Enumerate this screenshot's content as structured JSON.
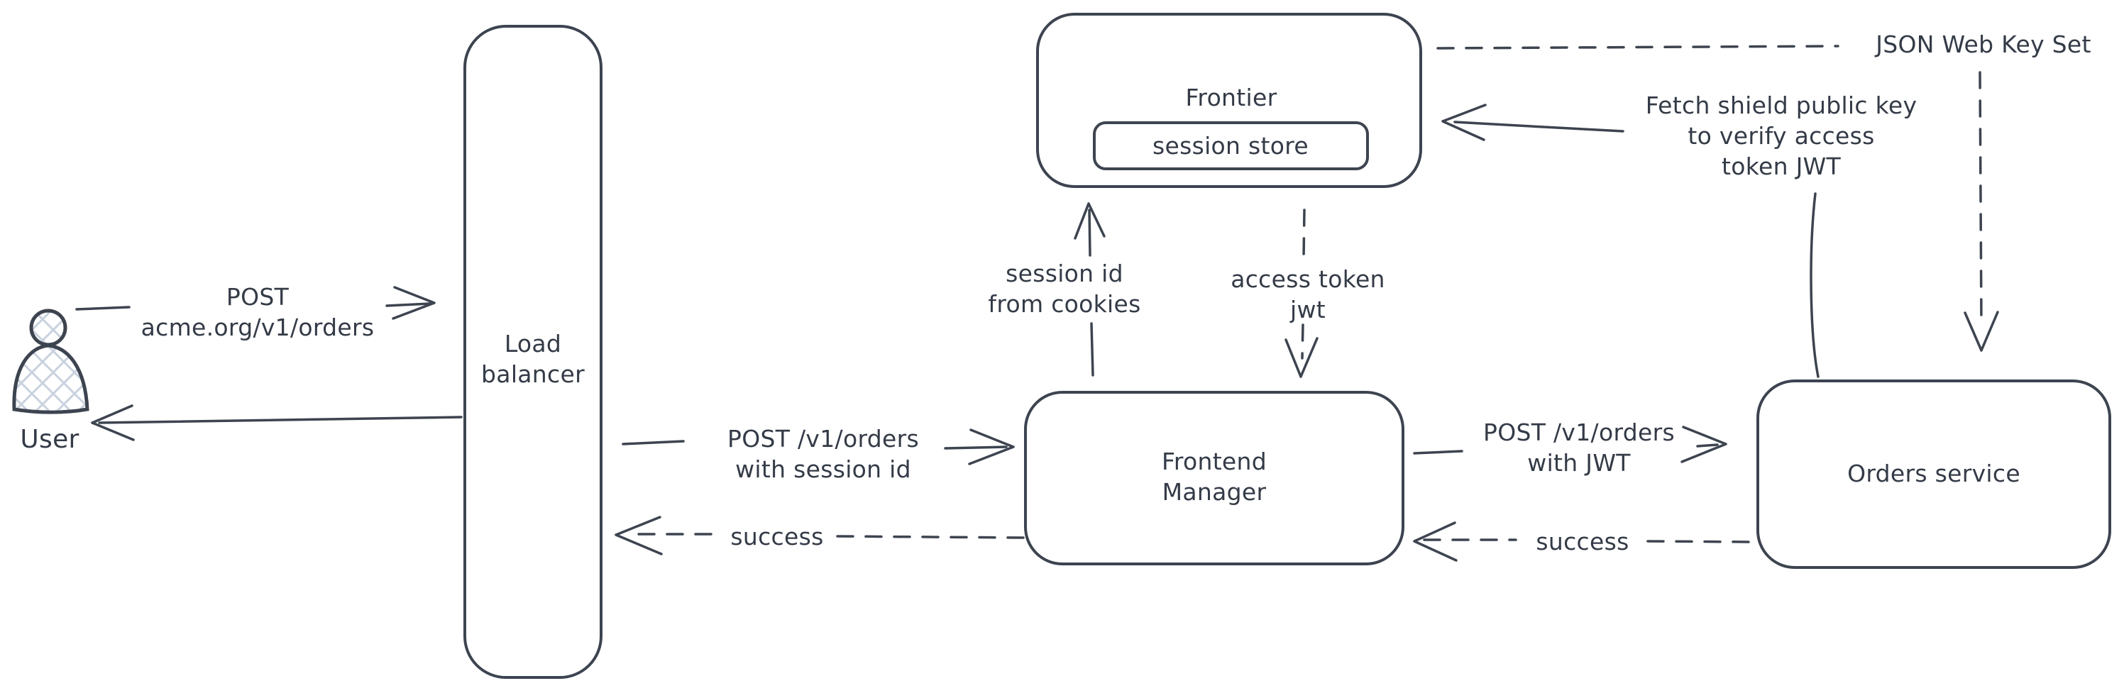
{
  "canvas": {
    "background": "#ffffff",
    "stroke_color": "#3d4450",
    "text_color": "#343b47",
    "hatch_color": "#c9d2de"
  },
  "nodes": {
    "user": {
      "label": "User"
    },
    "load_balancer": {
      "label": "Load\nbalancer"
    },
    "frontier": {
      "label": "Frontier"
    },
    "session_store": {
      "label": "session store"
    },
    "frontend_manager": {
      "label": "Frontend\nManager"
    },
    "orders_service": {
      "label": "Orders service"
    }
  },
  "edges": {
    "user_to_lb": {
      "label": "POST\nacme.org/v1/orders",
      "style": "solid",
      "direction": "right"
    },
    "lb_to_user": {
      "style": "solid",
      "direction": "left"
    },
    "lb_to_fm": {
      "label": "POST /v1/orders\nwith session id",
      "style": "solid",
      "direction": "right"
    },
    "fm_to_lb": {
      "label": "success",
      "style": "dashed",
      "direction": "left"
    },
    "fm_to_frontier": {
      "label": "session id\nfrom cookies",
      "style": "solid",
      "direction": "up"
    },
    "frontier_to_fm": {
      "label": "access token\njwt",
      "style": "dashed",
      "direction": "down"
    },
    "fm_to_orders": {
      "label": "POST /v1/orders\nwith JWT",
      "style": "solid",
      "direction": "right"
    },
    "orders_to_fm": {
      "label": "success",
      "style": "dashed",
      "direction": "left"
    },
    "orders_to_frontier": {
      "label": "Fetch shield public key\nto verify access\ntoken JWT",
      "style": "solid",
      "direction": "left"
    },
    "frontier_to_jwks": {
      "label": "JSON Web Key Set",
      "style": "dashed"
    },
    "jwks_to_orders": {
      "style": "dashed",
      "direction": "down"
    }
  }
}
